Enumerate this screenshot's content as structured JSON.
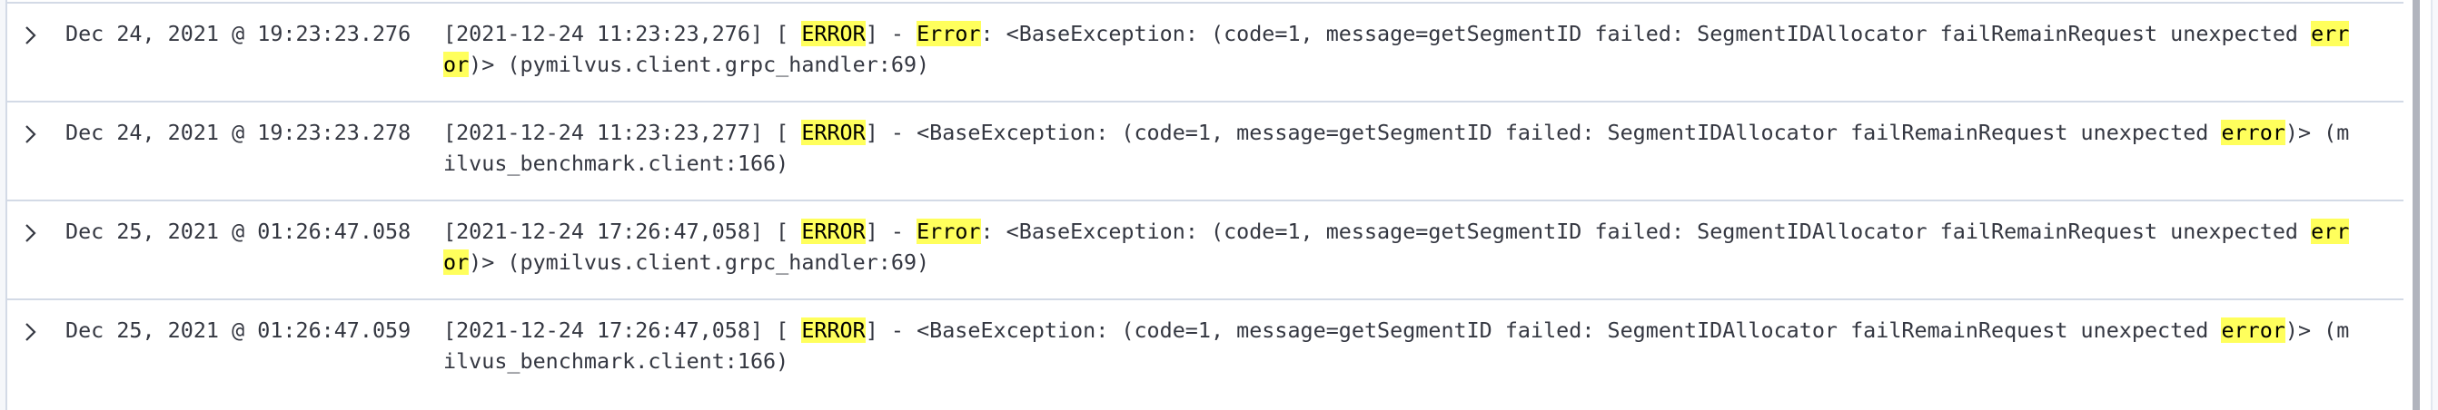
{
  "colors": {
    "text": "#343741",
    "highlight_bg": "#ffff5c",
    "highlight_text": "#000000",
    "row_border": "#d3dae6",
    "scrollbar_thumb": "#b1b4bd"
  },
  "icons": {
    "expand": "chevron-right-icon"
  },
  "rows": [
    {
      "timestamp": "Dec 24, 2021 @ 19:23:23.276",
      "message_segments": [
        {
          "text": "[2021-12-24 11:23:23,276] [ ",
          "highlight": false
        },
        {
          "text": "ERROR",
          "highlight": true
        },
        {
          "text": "] - ",
          "highlight": false
        },
        {
          "text": "Error",
          "highlight": true
        },
        {
          "text": ": <BaseException: (code=1, message=getSegmentID failed: SegmentIDAllocator failRemainRequest unexpected ",
          "highlight": false
        },
        {
          "text": "error",
          "highlight": true
        },
        {
          "text": ")> (pymilvus.client.grpc_handler:69)",
          "highlight": false
        }
      ]
    },
    {
      "timestamp": "Dec 24, 2021 @ 19:23:23.278",
      "message_segments": [
        {
          "text": "[2021-12-24 11:23:23,277] [ ",
          "highlight": false
        },
        {
          "text": "ERROR",
          "highlight": true
        },
        {
          "text": "] - <BaseException: (code=1, message=getSegmentID failed: SegmentIDAllocator failRemainRequest unexpected ",
          "highlight": false
        },
        {
          "text": "error",
          "highlight": true
        },
        {
          "text": ")> (milvus_benchmark.client:166)",
          "highlight": false
        }
      ]
    },
    {
      "timestamp": "Dec 25, 2021 @ 01:26:47.058",
      "message_segments": [
        {
          "text": "[2021-12-24 17:26:47,058] [ ",
          "highlight": false
        },
        {
          "text": "ERROR",
          "highlight": true
        },
        {
          "text": "] - ",
          "highlight": false
        },
        {
          "text": "Error",
          "highlight": true
        },
        {
          "text": ": <BaseException: (code=1, message=getSegmentID failed: SegmentIDAllocator failRemainRequest unexpected ",
          "highlight": false
        },
        {
          "text": "error",
          "highlight": true
        },
        {
          "text": ")> (pymilvus.client.grpc_handler:69)",
          "highlight": false
        }
      ]
    },
    {
      "timestamp": "Dec 25, 2021 @ 01:26:47.059",
      "message_segments": [
        {
          "text": "[2021-12-24 17:26:47,058] [ ",
          "highlight": false
        },
        {
          "text": "ERROR",
          "highlight": true
        },
        {
          "text": "] - <BaseException: (code=1, message=getSegmentID failed: SegmentIDAllocator failRemainRequest unexpected ",
          "highlight": false
        },
        {
          "text": "error",
          "highlight": true
        },
        {
          "text": ")> (milvus_benchmark.client:166)",
          "highlight": false
        }
      ]
    }
  ]
}
